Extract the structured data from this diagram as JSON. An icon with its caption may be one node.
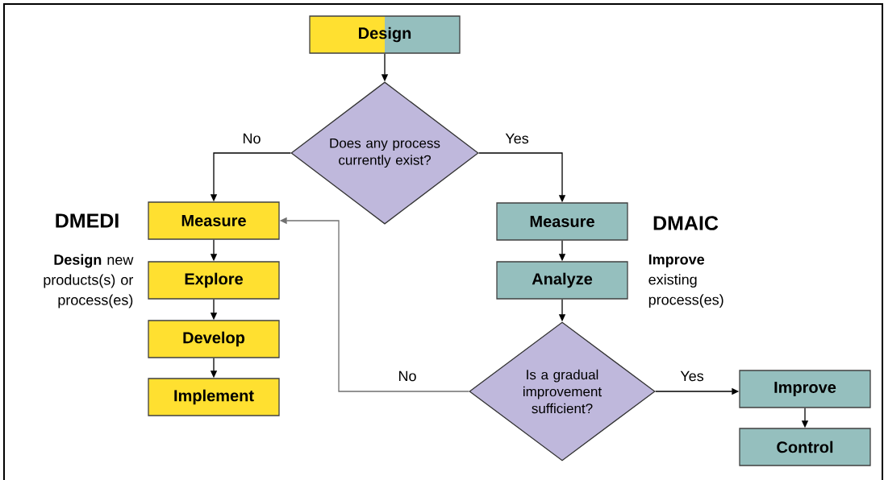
{
  "diagram": {
    "nodes": [
      {
        "text": [
          "Design"
        ]
      },
      {
        "text": [
          "Does any process currently exist?"
        ]
      },
      {
        "text": [
          "Measure"
        ]
      },
      {
        "text": [
          "Explore"
        ]
      },
      {
        "text": [
          "Develop"
        ]
      },
      {
        "text": [
          "Implement"
        ]
      },
      {
        "text": [
          "Measure"
        ]
      },
      {
        "text": [
          "Analyze"
        ]
      },
      {
        "text": [
          "Is a gradual improvement sufficient?"
        ]
      },
      {
        "text": [
          "Improve"
        ]
      },
      {
        "text": [
          "Control"
        ]
      }
    ],
    "edges": [
      {
        "from": 0,
        "to": 1,
        "arrow": "to"
      },
      {
        "from": 1,
        "to": 2,
        "arrow": "to",
        "label": "No"
      },
      {
        "from": 1,
        "to": 6,
        "arrow": "to",
        "label": "Yes"
      },
      {
        "from": 2,
        "to": 3,
        "arrow": "to"
      },
      {
        "from": 3,
        "to": 4,
        "arrow": "to"
      },
      {
        "from": 4,
        "to": 5,
        "arrow": "to"
      },
      {
        "from": 6,
        "to": 7,
        "arrow": "to"
      },
      {
        "from": 7,
        "to": 8,
        "arrow": "to"
      },
      {
        "from": 8,
        "to": 2,
        "arrow": "to",
        "label": "No",
        "color": "#707070"
      },
      {
        "from": 8,
        "to": 9,
        "arrow": "to",
        "label": "Yes"
      },
      {
        "from": 9,
        "to": 10,
        "arrow": "to"
      }
    ],
    "labels": [
      "DMEDI",
      "**Design** new products(s) or process(es)",
      "DMAIC",
      "**Improve** existing process(es)"
    ]
  }
}
